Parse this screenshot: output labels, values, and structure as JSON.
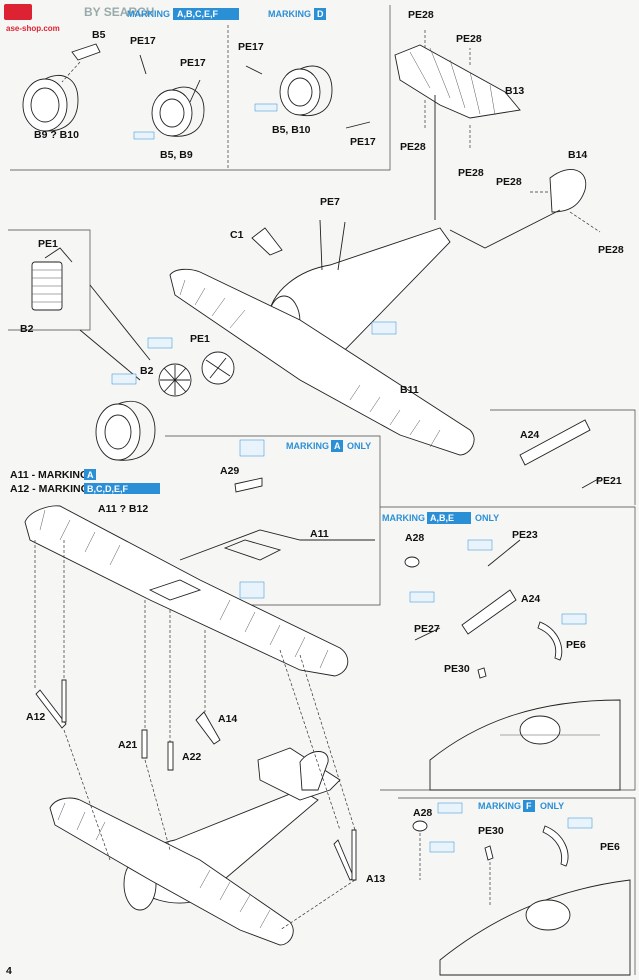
{
  "watermark": {
    "text1": "",
    "text2": "BY SEARCH",
    "sub": "ase-shop.com"
  },
  "page_number": "4",
  "header": {
    "marking_a_label": "MARKING",
    "marking_a_letters": "A,B,C,E,F",
    "marking_d_label": "MARKING",
    "marking_d_letter": "D"
  },
  "labels": {
    "b5": "B5",
    "b9b10": "B9 ? B10",
    "pe17a": "PE17",
    "pe17b": "PE17",
    "b5b9": "B5, B9",
    "pe17c": "PE17",
    "b5b10": "B5, B10",
    "pe17d": "PE17",
    "pe28a": "PE28",
    "pe28b": "PE28",
    "b13": "B13",
    "pe28c": "PE28",
    "pe28d": "PE28",
    "b14": "B14",
    "pe28e": "PE28",
    "pe28f": "PE28",
    "pe7": "PE7",
    "c1": "C1",
    "pe1a": "PE1",
    "b2a": "B2",
    "pe1b": "PE1",
    "b2b": "B2",
    "b11": "B11",
    "a24a": "A24",
    "pe21": "PE21",
    "a11line": "A11 - MARKING",
    "a11letter": "A",
    "a12line": "A12 - MARKING",
    "a12letters": "B,C,D,E,F",
    "a11b12": "A11 ? B12",
    "markA_only_label": "MARKING",
    "markA_only_letter": "A",
    "markA_only_suffix": "ONLY",
    "a29": "A29",
    "a11": "A11",
    "markABE_label": "MARKING",
    "markABE_letters": "A,B,E",
    "markABE_suffix": "ONLY",
    "a28a": "A28",
    "pe23": "PE23",
    "a24b": "A24",
    "pe27": "PE27",
    "pe6a": "PE6",
    "pe30a": "PE30",
    "a12": "A12",
    "a21": "A21",
    "a22": "A22",
    "a14": "A14",
    "a13": "A13",
    "markF_label": "MARKING",
    "markF_letter": "F",
    "markF_suffix": "ONLY",
    "a28b": "A28",
    "pe30b": "PE30",
    "pe6b": "PE6"
  },
  "colors": {
    "accent": "#2b8fd6",
    "ink": "#222222",
    "paper": "#f6f6f4"
  }
}
